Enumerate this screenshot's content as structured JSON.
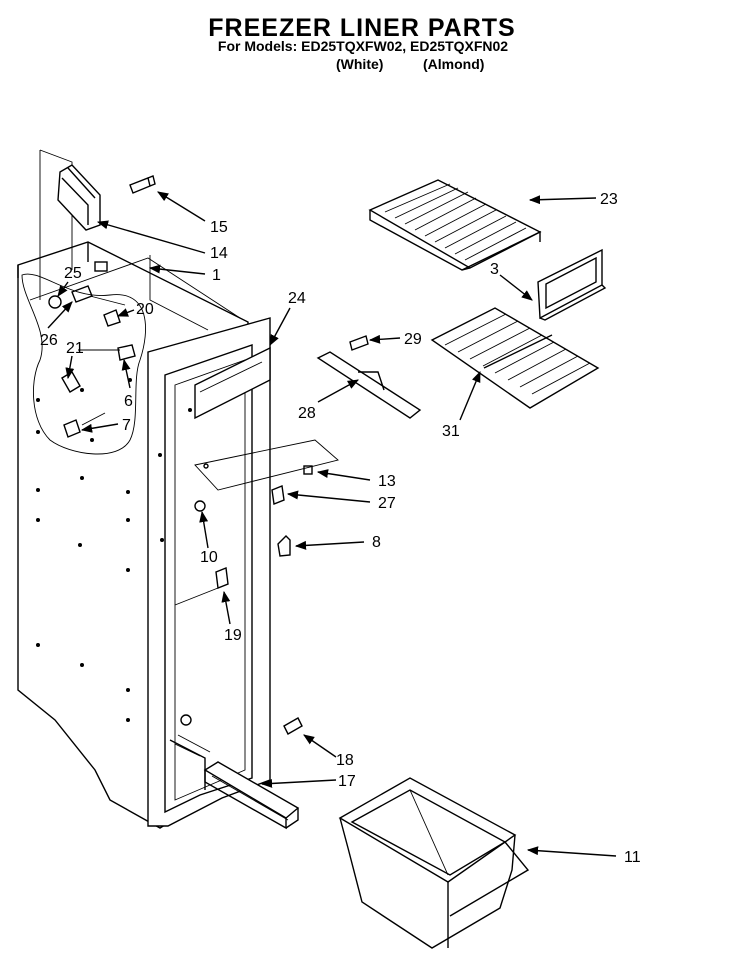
{
  "header": {
    "title": "FREEZER LINER PARTS",
    "models_line": "For Models: ED25TQXFW02, ED25TQXFN02",
    "color_white": "(White)",
    "color_almond": "(Almond)"
  },
  "callouts": [
    "15",
    "14",
    "1",
    "25",
    "20",
    "26",
    "21",
    "6",
    "7",
    "24",
    "29",
    "28",
    "23",
    "3",
    "31",
    "13",
    "27",
    "8",
    "10",
    "19",
    "18",
    "17",
    "11"
  ]
}
